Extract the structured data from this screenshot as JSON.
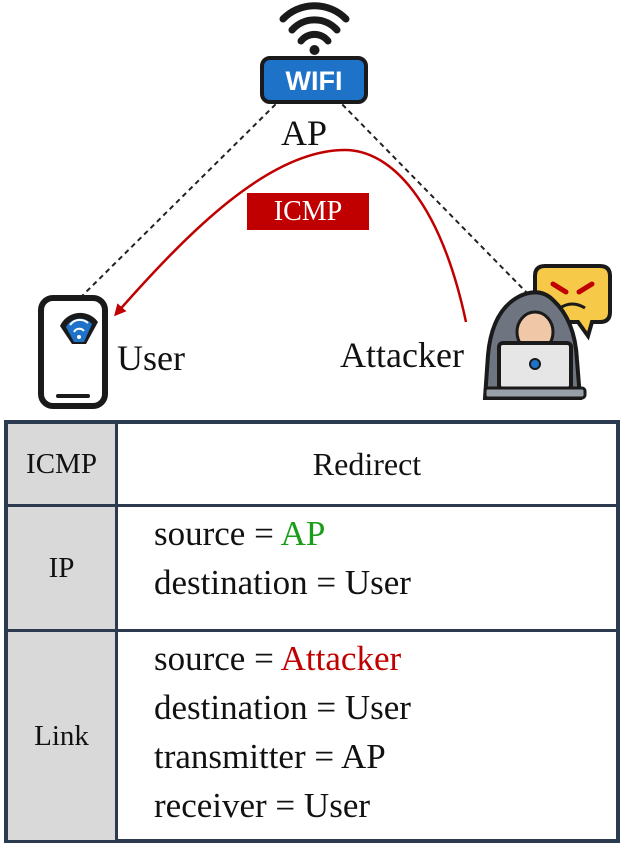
{
  "nodes": {
    "ap": {
      "label": "AP",
      "icon": "wifi-router-icon",
      "badge_text": "WIFI"
    },
    "user": {
      "label": "User",
      "icon": "smartphone-wifi-icon"
    },
    "attacker": {
      "label": "Attacker",
      "icon": "hooded-hacker-laptop-icon"
    }
  },
  "arrow": {
    "label": "ICMP",
    "from": "Attacker",
    "to": "User",
    "color": "#c00000"
  },
  "links": [
    {
      "from": "AP",
      "to": "User",
      "style": "dashed"
    },
    {
      "from": "AP",
      "to": "Attacker",
      "style": "dashed"
    }
  ],
  "table": {
    "rows": [
      {
        "layer": "ICMP",
        "content": "Redirect"
      },
      {
        "layer": "IP",
        "fields": [
          {
            "name": "source = ",
            "value": "AP",
            "value_color": "#1a9e1a"
          },
          {
            "name": "destination = ",
            "value": "User"
          }
        ]
      },
      {
        "layer": "Link",
        "fields": [
          {
            "name": "source = ",
            "value": "Attacker",
            "value_color": "#c00000"
          },
          {
            "name": "destination = ",
            "value": "User"
          },
          {
            "name": "transmitter = ",
            "value": "AP"
          },
          {
            "name": "receiver = ",
            "value": "User"
          }
        ]
      }
    ]
  },
  "colors": {
    "border": "#2b3a4f",
    "layer_cell_bg": "#d9d9d9",
    "wifi_blue": "#1e73c8",
    "hoodie_gray": "#6e7580",
    "speech_yellow": "#f7c948"
  }
}
